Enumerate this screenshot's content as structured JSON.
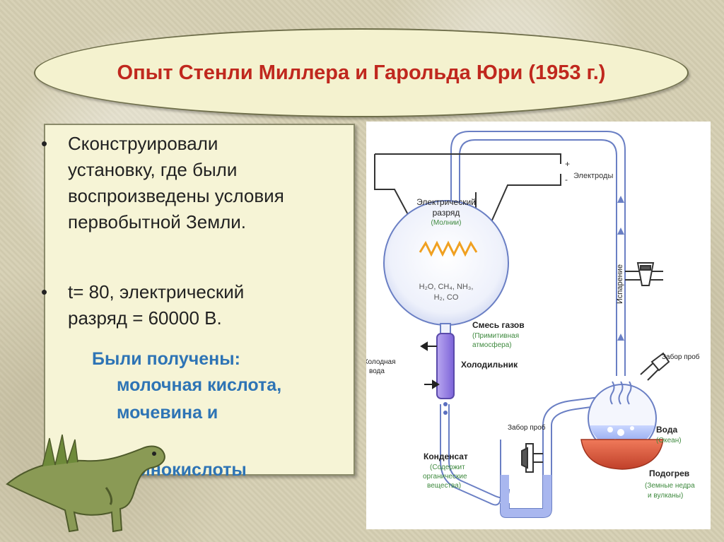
{
  "title": "Опыт Стенли Миллера и Гарольда Юри (1953 г.)",
  "bullets": [
    {
      "marker": "•",
      "text": "Сконструировали установку, где были воспроизведены условия первобытной Земли."
    },
    {
      "marker": "•",
      "text": "t= 80, электрический разряд = 60000 В."
    }
  ],
  "results": {
    "heading": "Были получены:",
    "line1": "молочная кислота,",
    "line2": "мочевина и",
    "line3": "аминокислоты"
  },
  "diagram": {
    "electrodes": "Электроды",
    "plus": "+",
    "minus": "-",
    "discharge_line1": "Электрический",
    "discharge_line2": "разряд",
    "lightning": "(Молнии)",
    "formula_line1": "H₂O, CH₄, NH₃,",
    "formula_line2": "H₂, CO",
    "gas_mix": "Смесь газов",
    "gas_mix_sub1": "(Примитивная",
    "gas_mix_sub2": "атмосфера)",
    "cold_water_line1": "Холодная",
    "cold_water_line2": "вода",
    "condenser": "Холодильник",
    "evaporation": "Испарение",
    "sampling_top": "Забор проб",
    "sampling_bottom": "Забор проб",
    "water": "Вода",
    "ocean": "(Океан)",
    "heating": "Подогрев",
    "heating_sub1": "(Земные недра",
    "heating_sub2": "и вулканы)",
    "condensate": "Конденсат",
    "condensate_sub1": "(Содержит",
    "condensate_sub2": "органические",
    "condensate_sub3": "вещества)"
  },
  "colors": {
    "title": "#c0281e",
    "results": "#2e74b5",
    "tube": "#6a7fc4",
    "heater": "#e0604a",
    "spark": "#f0a020",
    "label_sub": "#3f8a3f"
  }
}
